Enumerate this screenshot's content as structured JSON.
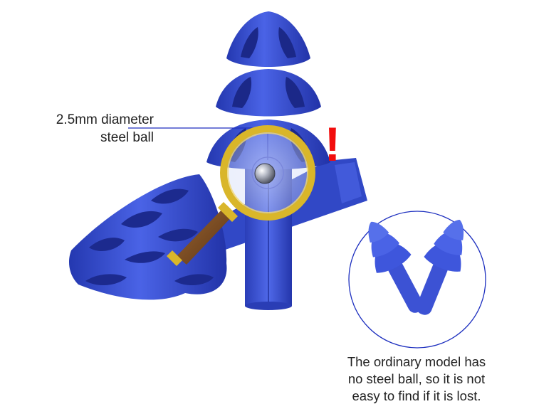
{
  "callout": {
    "line1": "2.5mm diameter",
    "line2": "steel ball"
  },
  "warning_mark": "!",
  "caption": {
    "line1": "The ordinary model has",
    "line2": "no steel ball, so it is not",
    "line3": "easy to find if it is lost."
  },
  "colors": {
    "earplug_blue": "#3046c8",
    "magnifier_rim": "#d9b62a",
    "magnifier_handle": "#7a4a22",
    "callout_line": "#1d2fbf",
    "warning": "#f20d0d"
  },
  "icons": [
    "earplug-image",
    "magnifying-glass-icon",
    "steel-ball",
    "ordinary-earplugs-image"
  ]
}
